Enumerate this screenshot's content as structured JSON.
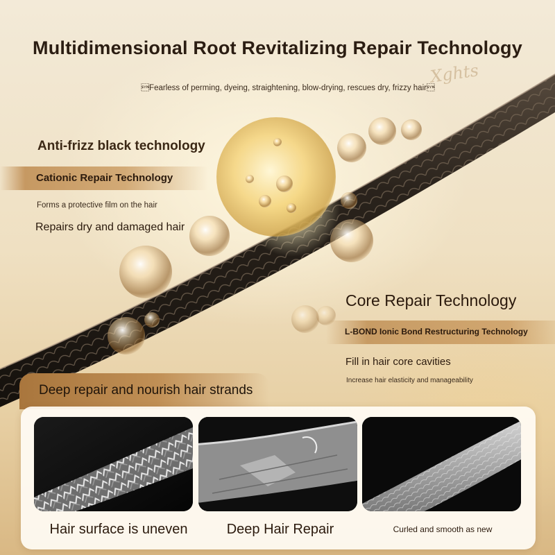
{
  "headline": "Multidimensional Root Revitalizing Repair Technology",
  "subline": "\u0016Fearless of perming, dyeing, straightening, blow-drying, rescues dry, frizzy hair\u0016",
  "signature": "Xghts",
  "left_block": {
    "heading": "Anti-frizz black technology",
    "band_label": "Cationic Repair Technology",
    "point_1": "Forms a protective film on the hair",
    "point_2": "Repairs dry and damaged hair"
  },
  "right_block": {
    "heading": "Core Repair Technology",
    "band_label": "L-BOND Ionic Bond Restructuring Technology",
    "point_1": "Fill in hair core cavities",
    "point_2": "Increase hair elasticity and manageability"
  },
  "comparison": {
    "tab_label": "Deep repair and nourish hair strands",
    "items": [
      {
        "caption": "Hair surface is uneven",
        "image": "damaged-hair-micrograph"
      },
      {
        "caption": "Deep Hair Repair",
        "image": "repairing-hair-micrograph"
      },
      {
        "caption": "Curled and smooth as new",
        "image": "smooth-hair-micrograph"
      }
    ]
  },
  "colors": {
    "accent_gold": "#c08f55",
    "text_dark": "#2b1a0d",
    "background": "#f3ead8"
  }
}
